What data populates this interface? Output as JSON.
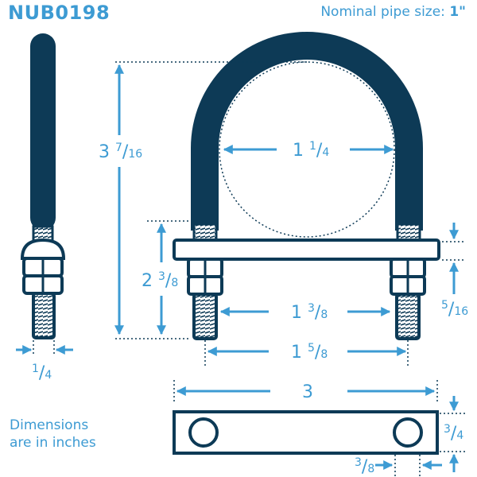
{
  "header": {
    "part_number": "NUB0198",
    "pipe_label": "Nominal pipe size:",
    "pipe_value": "1\""
  },
  "note": {
    "line1": "Dimensions",
    "line2": "are in inches"
  },
  "dimensions": {
    "height": {
      "whole": "3",
      "num": "7",
      "den": "16"
    },
    "inner_width": {
      "whole": "1",
      "num": "1",
      "den": "4"
    },
    "thread_length": {
      "whole": "2",
      "num": "3",
      "den": "8"
    },
    "leg_spacing": {
      "whole": "1",
      "num": "3",
      "den": "8"
    },
    "outer_width": {
      "whole": "1",
      "num": "5",
      "den": "8"
    },
    "rod_diameter": {
      "whole": "",
      "num": "1",
      "den": "4"
    },
    "plate_thickness": {
      "whole": "",
      "num": "5",
      "den": "16"
    },
    "plate_length": {
      "whole": "3",
      "num": "",
      "den": ""
    },
    "plate_width": {
      "whole": "",
      "num": "3",
      "den": "4"
    },
    "plate_edge": {
      "whole": "",
      "num": "3",
      "den": "8"
    }
  },
  "colors": {
    "accent": "#3d9bd3",
    "dark": "#0d3a56"
  }
}
